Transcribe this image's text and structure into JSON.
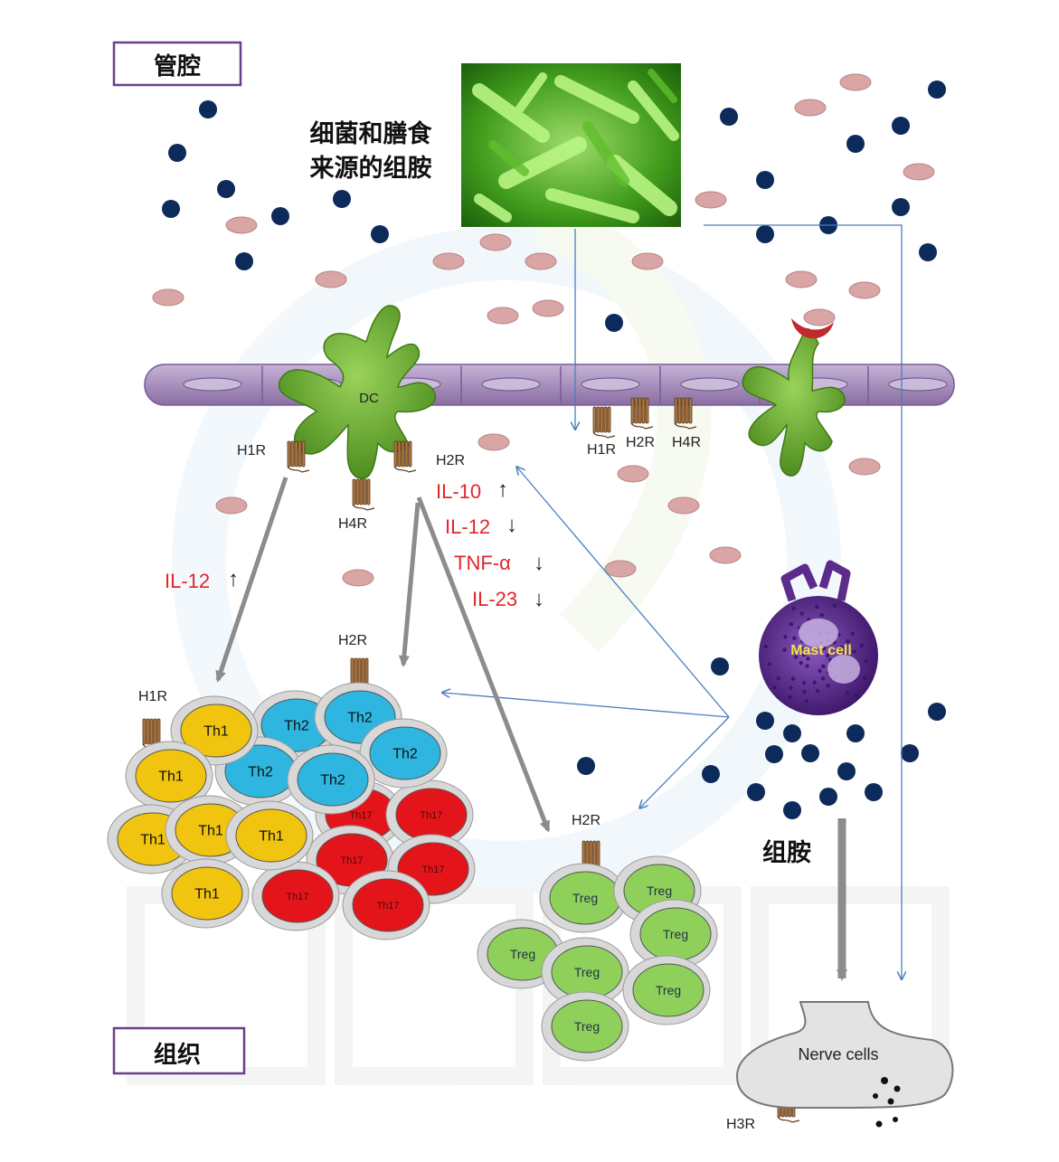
{
  "labels": {
    "lumen": "管腔",
    "tissue": "组织",
    "histamine_source_line1": "细菌和膳食",
    "histamine_source_line2": "来源的组胺",
    "histamine": "组胺",
    "dc": "DC",
    "mast_cell": "Mast cell",
    "nerve_cells": "Nerve cells"
  },
  "receptors": {
    "dc_h1r": "H1R",
    "dc_h2r": "H2R",
    "dc_h4r": "H4R",
    "epi_h1r": "H1R",
    "epi_h2r": "H2R",
    "epi_h4r": "H4R",
    "th1_h1r": "H1R",
    "th2_h2r": "H2R",
    "treg_h2r": "H2R",
    "nerve_h3r": "H3R"
  },
  "cytokines": {
    "il12_left": "IL-12",
    "il12_left_arrow": "↑",
    "il10": "IL-10",
    "il10_arrow": "↑",
    "il12": "IL-12",
    "il12_arrow": "↓",
    "tnfa": "TNF-α",
    "tnfa_arrow": "↓",
    "il23": "IL-23",
    "il23_arrow": "↓"
  },
  "cells": {
    "th1": "Th1",
    "th2": "Th2",
    "th17": "Th17",
    "treg": "Treg"
  },
  "colors": {
    "frame": "#6b3f8c",
    "cytokine": "#e0262b",
    "histamine_dot": "#0d2b5a",
    "food_particle": "#d9a5a5",
    "epithelium": "#a38ab8",
    "dc_green": "#6aae2e",
    "mast_purple": "#5b2c8a",
    "th1": "#f1c40f",
    "th2": "#2eb6e0",
    "th17": "#e3151a",
    "treg": "#8fd05b",
    "arrow_blue": "#4a7ec0",
    "arrow_gray": "#8c8c8c"
  }
}
